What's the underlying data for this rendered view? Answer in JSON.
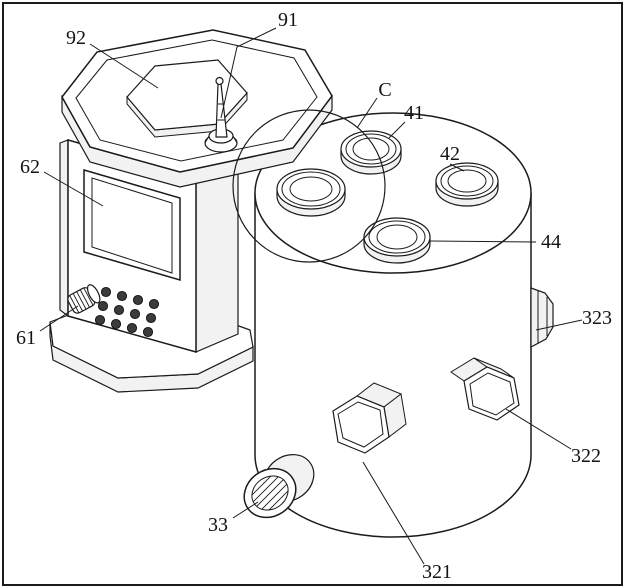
{
  "figure": {
    "kind": "patent-line-drawing",
    "background": "#ffffff",
    "line_color": "#1b1b1b",
    "description": "Isometric technical drawing of a cylindrical apparatus with four top ports, side hexagonal plugs, an outlet port, and an attached control console with display screen, keypad, knob, hexagonal lid and antenna"
  },
  "labels": {
    "hex_lid": "92",
    "antenna": "91",
    "detail_circle": "C",
    "top_port_a": "41",
    "top_port_b": "42",
    "top_port_c": "44",
    "display_screen": "62",
    "adjust_knob": "61",
    "side_boss_upper": "323",
    "side_hex_plug": "322",
    "front_hex_plug": "321",
    "outlet_port": "33"
  }
}
